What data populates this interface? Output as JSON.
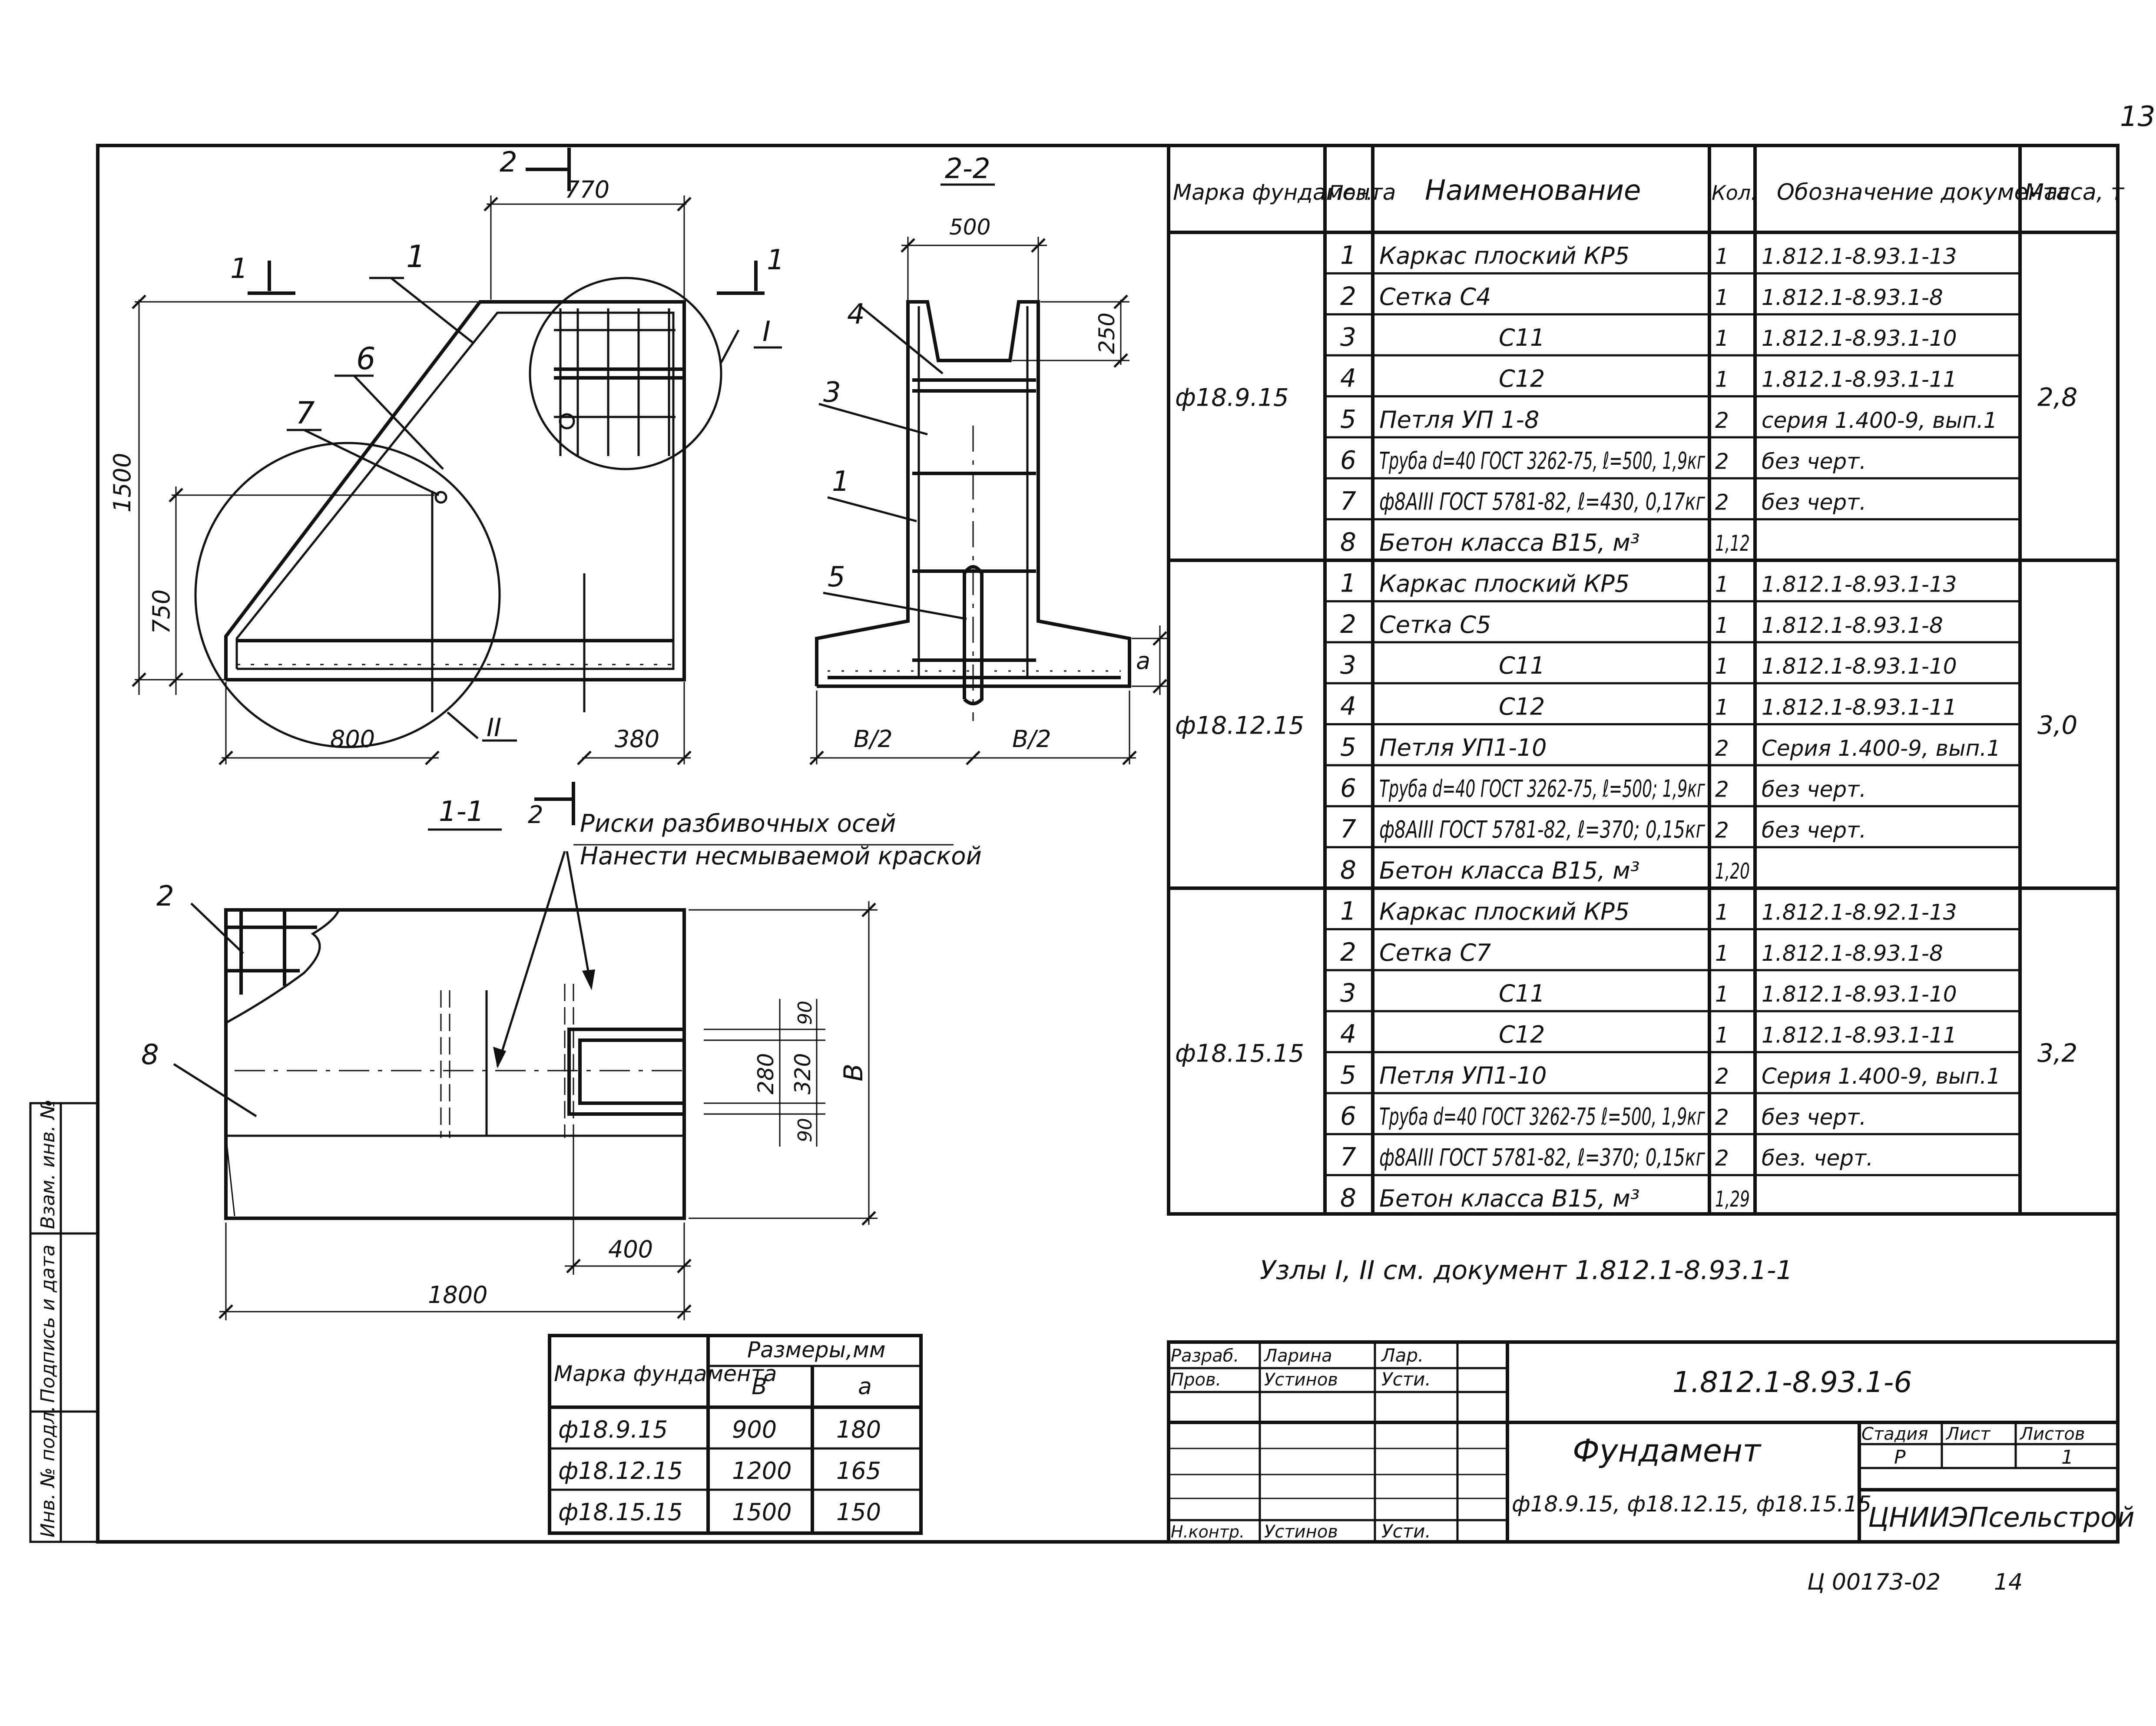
{
  "page_number": "13",
  "drawings": {
    "elevation": {
      "section_mark_top": "2",
      "section_mark_left": "1",
      "section_mark_right": "1",
      "section_mark_bottom": "2",
      "dim_top": "770",
      "dim_height": "1500",
      "dim_mid": "750",
      "dim_bottom_left": "800",
      "dim_bottom_right": "380",
      "node_1": "I",
      "node_2": "II",
      "leaders": [
        "1",
        "6",
        "7"
      ]
    },
    "section_2_2": {
      "title": "2-2",
      "dim_top": "500",
      "dim_right": "250",
      "dim_a": "a",
      "dim_b_left": "B/2",
      "dim_b_right": "B/2",
      "leaders": [
        "4",
        "3",
        "1",
        "5"
      ]
    },
    "plan_1_1": {
      "title": "1-1",
      "note_line1": "Риски разбивочных осей",
      "note_line2": "Нанести несмываемой краской",
      "leaders": [
        "2",
        "8"
      ],
      "dim_90_top": "90",
      "dim_280": "280",
      "dim_320": "320",
      "dim_90_bottom": "90",
      "dim_B": "B",
      "dim_400": "400",
      "dim_1800": "1800"
    }
  },
  "sizes_table": {
    "header_mark": "Марка фундамента",
    "header_sizes": "Размеры,мм",
    "col_b": "B",
    "col_a": "a",
    "rows": [
      {
        "mark": "ф18.9.15",
        "b": "900",
        "a": "180"
      },
      {
        "mark": "ф18.12.15",
        "b": "1200",
        "a": "165"
      },
      {
        "mark": "ф18.15.15",
        "b": "1500",
        "a": "150"
      }
    ]
  },
  "spec_table": {
    "headers": {
      "mark": "Марка фундамента",
      "pos": "Поз.",
      "name": "Наименование",
      "qty": "Кол.",
      "doc": "Обозначение документа",
      "mass": "Масса, т"
    },
    "groups": [
      {
        "mark": "ф18.9.15",
        "mass": "2,8",
        "rows": [
          {
            "pos": "1",
            "name": "Каркас плоский КР5",
            "qty": "1",
            "doc": "1.812.1-8.93.1-13"
          },
          {
            "pos": "2",
            "name": "Сетка С4",
            "qty": "1",
            "doc": "1.812.1-8.93.1-8"
          },
          {
            "pos": "3",
            "name": "С11",
            "qty": "1",
            "doc": "1.812.1-8.93.1-10"
          },
          {
            "pos": "4",
            "name": "С12",
            "qty": "1",
            "doc": "1.812.1-8.93.1-11"
          },
          {
            "pos": "5",
            "name": "Петля УП 1-8",
            "qty": "2",
            "doc": "серия 1.400-9, вып.1"
          },
          {
            "pos": "6",
            "name": "Труба d=40 ГОСТ 3262-75, ℓ=500, 1,9кг",
            "qty": "2",
            "doc": "без черт."
          },
          {
            "pos": "7",
            "name": "ф8АIII ГОСТ 5781-82, ℓ=430, 0,17кг",
            "qty": "2",
            "doc": "без черт."
          },
          {
            "pos": "8",
            "name": "Бетон класса В15, м³",
            "qty": "1,12",
            "doc": ""
          }
        ]
      },
      {
        "mark": "ф18.12.15",
        "mass": "3,0",
        "rows": [
          {
            "pos": "1",
            "name": "Каркас плоский КР5",
            "qty": "1",
            "doc": "1.812.1-8.93.1-13"
          },
          {
            "pos": "2",
            "name": "Сетка С5",
            "qty": "1",
            "doc": "1.812.1-8.93.1-8"
          },
          {
            "pos": "3",
            "name": "С11",
            "qty": "1",
            "doc": "1.812.1-8.93.1-10"
          },
          {
            "pos": "4",
            "name": "С12",
            "qty": "1",
            "doc": "1.812.1-8.93.1-11"
          },
          {
            "pos": "5",
            "name": "Петля УП1-10",
            "qty": "2",
            "doc": "Серия 1.400-9, вып.1"
          },
          {
            "pos": "6",
            "name": "Труба d=40 ГОСТ 3262-75, ℓ=500; 1,9кг",
            "qty": "2",
            "doc": "без черт."
          },
          {
            "pos": "7",
            "name": "ф8АIII ГОСТ 5781-82, ℓ=370; 0,15кг",
            "qty": "2",
            "doc": "без черт."
          },
          {
            "pos": "8",
            "name": "Бетон класса В15, м³",
            "qty": "1,20",
            "doc": ""
          }
        ]
      },
      {
        "mark": "ф18.15.15",
        "mass": "3,2",
        "rows": [
          {
            "pos": "1",
            "name": "Каркас плоский КР5",
            "qty": "1",
            "doc": "1.812.1-8.92.1-13"
          },
          {
            "pos": "2",
            "name": "Сетка С7",
            "qty": "1",
            "doc": "1.812.1-8.93.1-8"
          },
          {
            "pos": "3",
            "name": "С11",
            "qty": "1",
            "doc": "1.812.1-8.93.1-10"
          },
          {
            "pos": "4",
            "name": "С12",
            "qty": "1",
            "doc": "1.812.1-8.93.1-11"
          },
          {
            "pos": "5",
            "name": "Петля УП1-10",
            "qty": "2",
            "doc": "Серия 1.400-9, вып.1"
          },
          {
            "pos": "6",
            "name": "Труба d=40 ГОСТ 3262-75 ℓ=500, 1,9кг",
            "qty": "2",
            "doc": "без черт."
          },
          {
            "pos": "7",
            "name": "ф8АIII ГОСТ 5781-82, ℓ=370; 0,15кг",
            "qty": "2",
            "doc": "без. черт."
          },
          {
            "pos": "8",
            "name": "Бетон класса В15, м³",
            "qty": "1,29",
            "doc": ""
          }
        ]
      }
    ]
  },
  "note": "Узлы I, II см. документ 1.812.1-8.93.1-1",
  "title_block": {
    "document_code": "1.812.1-8.93.1-6",
    "title": "Фундамент",
    "subtitle": "ф18.9.15, ф18.12.15, ф18.15.15",
    "organization": "ЦНИИЭПсельстрой",
    "stage_label": "Стадия",
    "sheet_label": "Лист",
    "sheets_label": "Листов",
    "stage": "Р",
    "sheets": "1",
    "roles": [
      {
        "role": "Разраб.",
        "name": "Ларина",
        "signature": "Лар."
      },
      {
        "role": "Пров.",
        "name": "Устинов",
        "signature": "Усти."
      },
      {
        "role": "Н.контр.",
        "name": "Устинов",
        "signature": "Усти."
      }
    ]
  },
  "side_stamp": [
    "Инв. № подл.",
    "Подпись и дата",
    "Взам. инв. №"
  ],
  "footer_code": "Ц 00173-02",
  "footer_number": "14"
}
